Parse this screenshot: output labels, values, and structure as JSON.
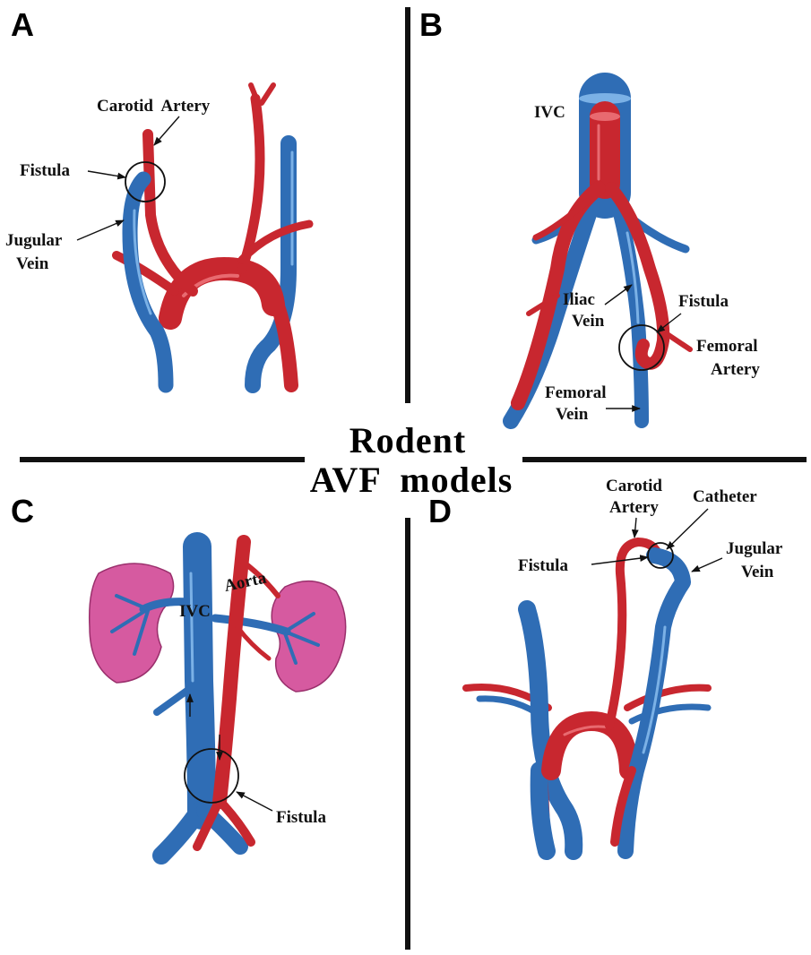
{
  "title": {
    "line1": "Rodent",
    "line2": "AVF  models"
  },
  "panels": {
    "A": {
      "letter": "A",
      "labels": {
        "carotid_artery": "Carotid  Artery",
        "fistula": "Fistula",
        "jugular_vein_1": "Jugular",
        "jugular_vein_2": "Vein"
      }
    },
    "B": {
      "letter": "B",
      "labels": {
        "ivc": "IVC",
        "iliac_vein_1": "Iliac",
        "iliac_vein_2": "Vein",
        "fistula": "Fistula",
        "femoral_artery_1": "Femoral",
        "femoral_artery_2": "Artery",
        "femoral_vein_1": "Femoral",
        "femoral_vein_2": "Vein"
      }
    },
    "C": {
      "letter": "C",
      "labels": {
        "ivc": "IVC",
        "aorta": "Aorta",
        "fistula": "Fistula"
      }
    },
    "D": {
      "letter": "D",
      "labels": {
        "carotid_artery_1": "Carotid",
        "carotid_artery_2": "Artery",
        "catheter": "Catheter",
        "fistula": "Fistula",
        "jugular_vein_1": "Jugular",
        "jugular_vein_2": "Vein"
      }
    }
  },
  "colors": {
    "artery": "#c8272f",
    "vein": "#2f6db5",
    "kidney": "#d65aa0"
  }
}
